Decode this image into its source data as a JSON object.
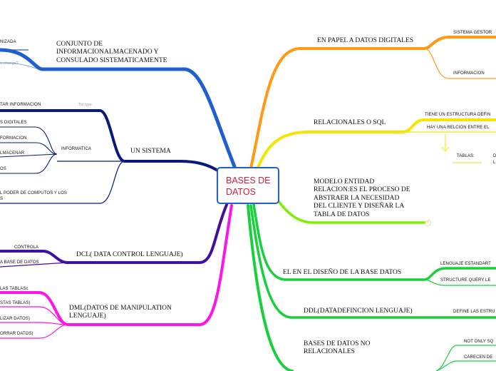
{
  "center": {
    "title_line1": "BASES DE",
    "title_line2": "DATOS"
  },
  "right": {
    "papel": {
      "title": "EN PAPEL A DATOS DIGITALES",
      "sub1": "SISTEMA GESTOR",
      "sub2": "INFORMACION"
    },
    "relacionales": {
      "title": "RELACIONALES O SQL",
      "sub1": "TIENE UN ESTRUCTURA DEFIN",
      "sub2": "HAY UNA RELCION ENTRE EL",
      "tablas": "TABLAS:",
      "tablas_d1": "D",
      "tablas_d2": "L"
    },
    "modelo": {
      "line1": "MODELO ENTIDAD",
      "line2": "RELACION:ES EL PROCESO DE",
      "line3": "ABSTRAER LA NECESIDAD",
      "line4": "DEL CLIENTE Y DISEÑAR LA",
      "line5": "TABLA DE DATOS",
      "plus": "+"
    },
    "diseno": {
      "title": "EL EN EL DISEÑO DE LA BASE DATOS",
      "sub1": "LENGUAJE ESTANDART",
      "sub2": "STRUCTURE QUERY LE"
    },
    "ddl": {
      "title": "DDL(DATADEFINCION LENGUAJE)",
      "sub1": "DEFINE LAS ESTRU"
    },
    "nosql": {
      "line1": "BASES DE DATOS NO",
      "line2": "RELACIONALES",
      "sub1": "NOT ONLY SQ",
      "sub2": "CARECEN DE"
    }
  },
  "left": {
    "conjunto": {
      "line1": "CONJUNTO DE",
      "line2": "INFORMACIONALMACENADO Y",
      "line3": "CONSULADO SISTEMATICAMENTE",
      "sub1": "NIZADA",
      "hint": "a change?"
    },
    "sistema": {
      "title": "UN SISTEMA",
      "sub1": "TAR INFORMACION",
      "hint": "Tol type",
      "sub2": "S DIGITALES",
      "informatica": "INFORMATICA",
      "inf1": "FORMACION",
      "inf2": "LMACENAR",
      "inf3": "OS",
      "sub3_1": "L PODER DE COMPUTOS Y LOS",
      "sub3_2": "S"
    },
    "dcl": {
      "title": "DCL( DATA CONTROL LENGUAJE)",
      "sub1": "CONTROLA",
      "sub2": "A BASE DE DATOS"
    },
    "dml": {
      "line1": "DML(DATOS DE MANIPULATION",
      "line2": "LENGUAJE)",
      "sub1": "LAS TABLASc",
      "sub2": "STAS TABLAS)",
      "sub3": "LIZAR DATOS)",
      "sub4": "ORRAR DATOS)"
    }
  },
  "colors": {
    "blue": "#1f5fd0",
    "orange": "#ff9a14",
    "yellow": "#f4e600",
    "green_light": "#7cf000",
    "green": "#18d03c",
    "magenta": "#ff14e6",
    "purple": "#4010a0",
    "navy": "#0a1a78",
    "center_text": "#c8203c"
  }
}
